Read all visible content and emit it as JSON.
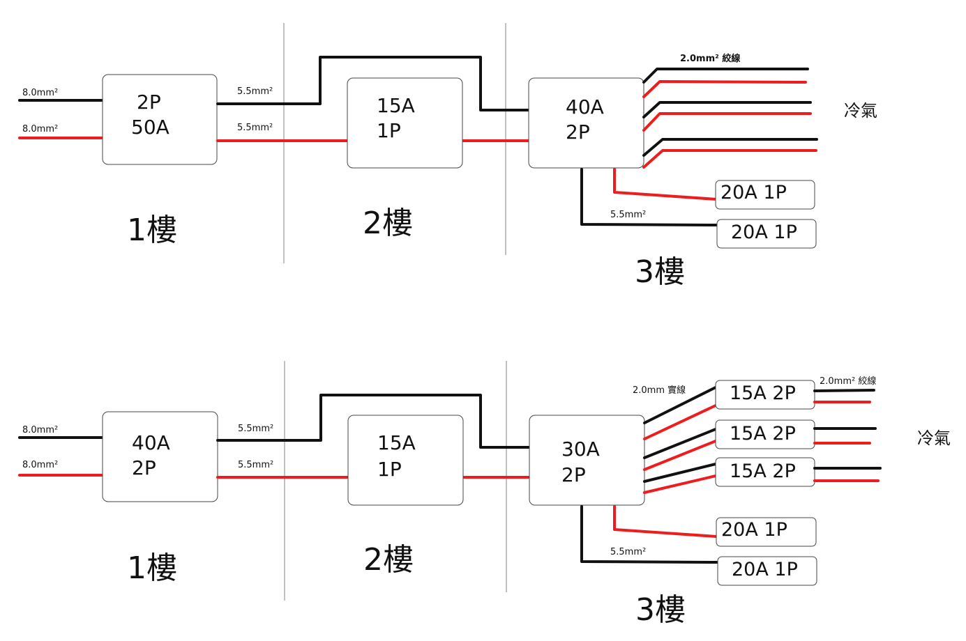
{
  "colors": {
    "hot": "#ee1c1c",
    "neutral": "#111111",
    "divider": "#c0c0c0",
    "box_border": "#444444"
  },
  "top": {
    "wire_in_1": "8.0mm²",
    "wire_in_2": "8.0mm²",
    "main_breaker": {
      "line1": "2P",
      "line2": "50A"
    },
    "wire_mid_1": "5.5mm²",
    "wire_mid_2": "5.5mm²",
    "floor2_breaker": {
      "line1": "15A",
      "line2": "1P"
    },
    "floor3_breaker": {
      "line1": "40A",
      "line2": "2P"
    },
    "ac_wire_label": "2.0mm² 絞線",
    "ac_label": "冷氣",
    "branch_1": "20A 1P",
    "branch_2": "20A 1P",
    "branch_wire": "5.5mm²",
    "floor1": "1樓",
    "floor2": "2樓",
    "floor3": "3樓"
  },
  "bottom": {
    "wire_in_1": "8.0mm²",
    "wire_in_2": "8.0mm²",
    "main_breaker": {
      "line1": "40A",
      "line2": "2P"
    },
    "wire_mid_1": "5.5mm²",
    "wire_mid_2": "5.5mm²",
    "floor2_breaker": {
      "line1": "15A",
      "line2": "1P"
    },
    "floor3_breaker": {
      "line1": "30A",
      "line2": "2P"
    },
    "solid_wire_label": "2.0mm 實線",
    "ac_wire_label": "2.0mm² 絞線",
    "ac_breaker_1": "15A 2P",
    "ac_breaker_2": "15A 2P",
    "ac_breaker_3": "15A 2P",
    "ac_label": "冷氣",
    "branch_1": "20A 1P",
    "branch_2": "20A 1P",
    "branch_wire": "5.5mm²",
    "floor1": "1樓",
    "floor2": "2樓",
    "floor3": "3樓"
  }
}
